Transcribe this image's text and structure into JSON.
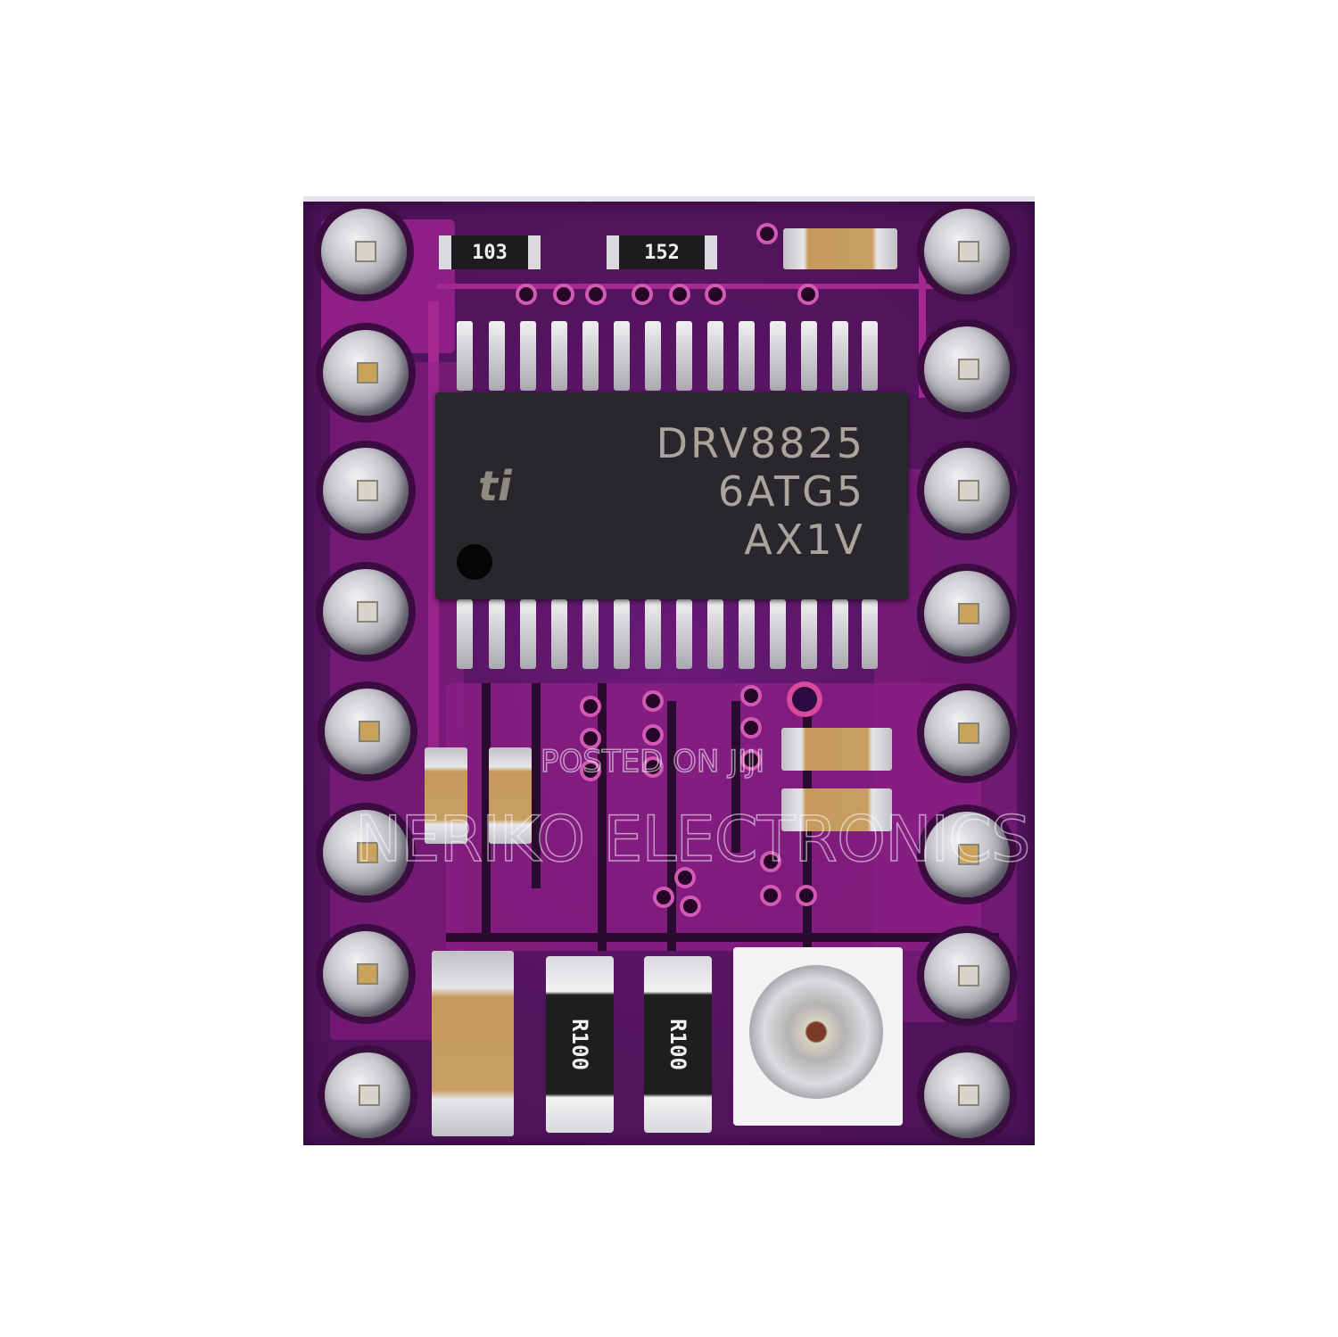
{
  "product": {
    "name": "DRV8825 stepper motor driver module",
    "board_color": "#5a1666"
  },
  "chip": {
    "line1": "DRV8825",
    "line2": "6ATG5",
    "line3": "AX1V",
    "logo": "ti"
  },
  "components": {
    "resistor_top_left": "103",
    "resistor_top_mid": "152",
    "sense_resistor_1": "R100",
    "sense_resistor_2": "R100"
  },
  "watermark": {
    "line1": "POSTED ON JIJI",
    "line2": "NERIKO ELECTRONICS"
  },
  "pins": {
    "left_count": 8,
    "right_count": 8
  }
}
